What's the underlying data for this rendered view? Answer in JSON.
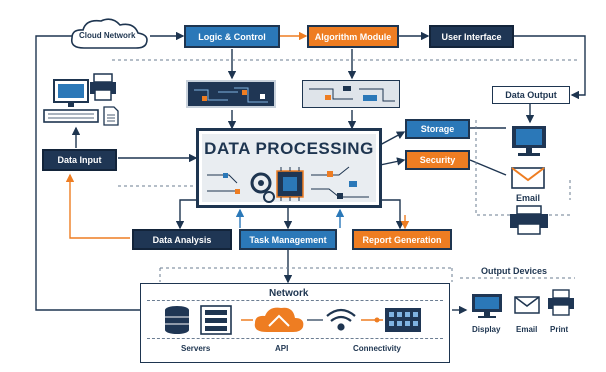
{
  "cloud_network": "Cloud Network",
  "top": {
    "logic_control": "Logic & Control",
    "algorithm_module": "Algorithm Module",
    "user_interface": "User Interface"
  },
  "center": {
    "title": "DATA PROCESSING"
  },
  "left": {
    "data_input": "Data Input"
  },
  "right": {
    "data_output": "Data Output",
    "storage": "Storage",
    "security": "Security",
    "email": "Email"
  },
  "bottom_row": {
    "data_analysis": "Data Analysis",
    "task_management": "Task Management",
    "report_generation": "Report Generation"
  },
  "network": {
    "title": "Network",
    "servers": "Servers",
    "api": "API",
    "connectivity": "Connectivity"
  },
  "output_devices": {
    "title": "Output Devices",
    "display": "Display",
    "email": "Email",
    "print": "Print"
  },
  "colors": {
    "navy": "#1f3654",
    "blue": "#2b78b8",
    "orange": "#ee7d22"
  }
}
